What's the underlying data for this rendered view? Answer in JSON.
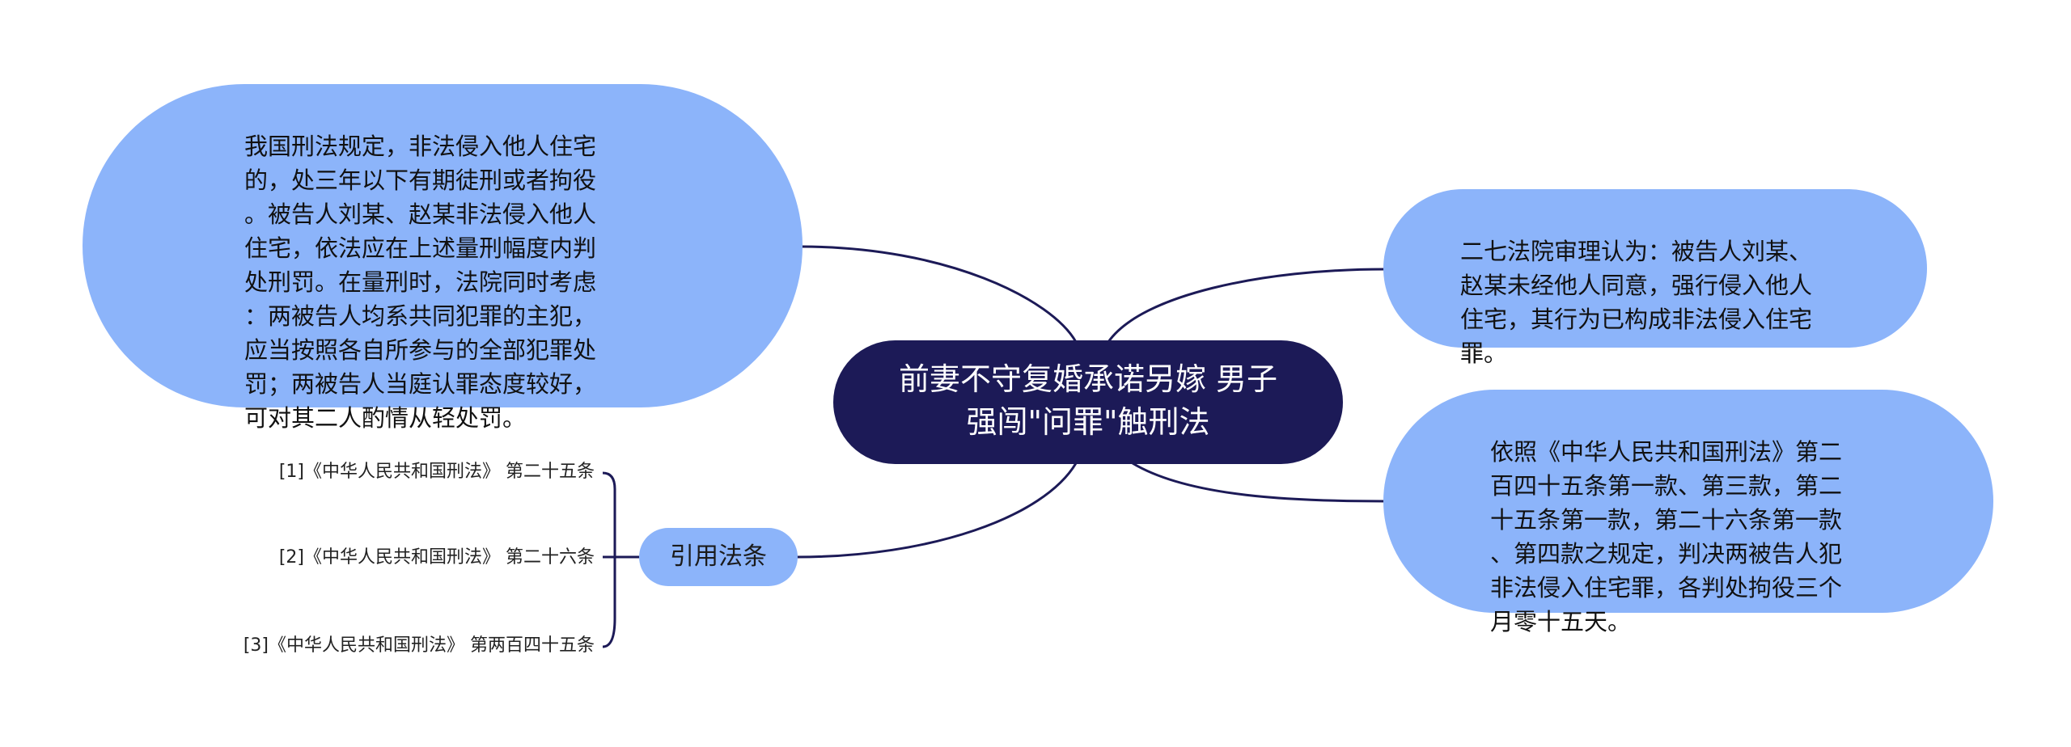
{
  "central": {
    "title": "前妻不守复婚承诺另嫁 男子强闯\"问罪\"触刑法"
  },
  "nodes": {
    "left_text": "我国刑法规定，非法侵入他人住宅\n的，处三年以下有期徒刑或者拘役\n。被告人刘某、赵某非法侵入他人\n住宅，依法应在上述量刑幅度内判\n处刑罚。在量刑时，法院同时考虑\n：两被告人均系共同犯罪的主犯，\n应当按照各自所参与的全部犯罪处\n罚；两被告人当庭认罪态度较好，\n可对其二人酌情从轻处罚。",
    "top_right_text": "二七法院审理认为：被告人刘某、\n赵某未经他人同意，强行侵入他人\n住宅，其行为已构成非法侵入住宅\n罪。",
    "bottom_right_text": "依照《中华人民共和国刑法》第二\n百四十五条第一款、第三款，第二\n十五条第一款，第二十六条第一款\n、第四款之规定，判决两被告人犯\n非法侵入住宅罪，各判处拘役三个\n月零十五天。"
  },
  "citations": {
    "label": "引用法条",
    "items": [
      "[1]《中华人民共和国刑法》 第二十五条",
      "[2]《中华人民共和国刑法》 第二十六条",
      "[3]《中华人民共和国刑法》 第两百四十五条"
    ]
  },
  "colors": {
    "central_fill": "#1c1a57",
    "node_fill": "#8cb4fa",
    "connector": "#1c1a57"
  }
}
